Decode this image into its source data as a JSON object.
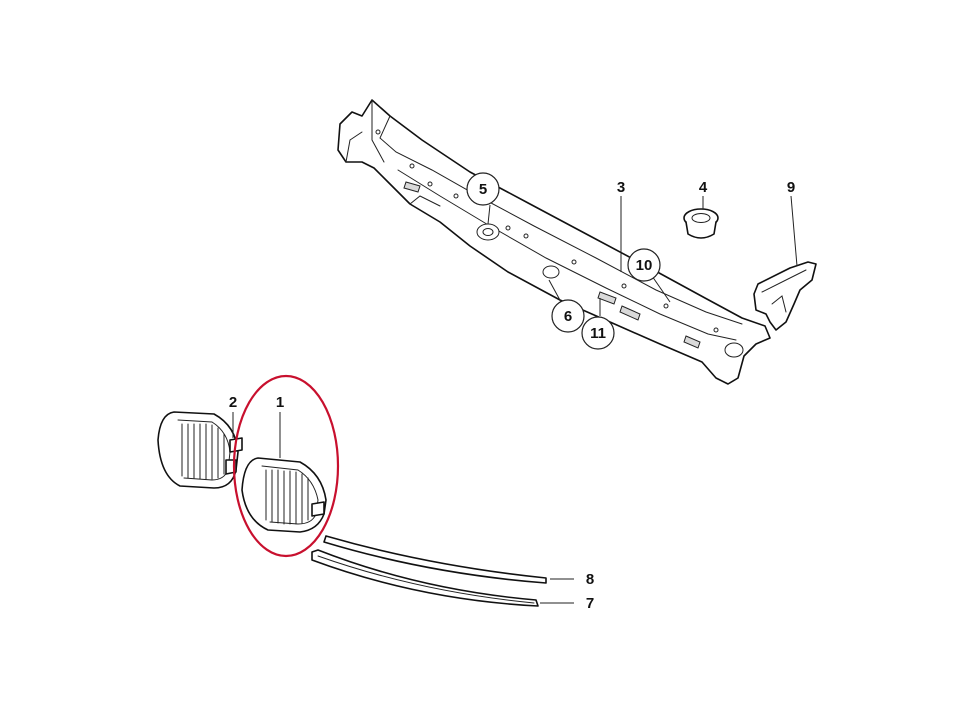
{
  "diagram": {
    "callouts": [
      {
        "id": "1",
        "label": "1",
        "circled": false
      },
      {
        "id": "2",
        "label": "2",
        "circled": false
      },
      {
        "id": "3",
        "label": "3",
        "circled": false
      },
      {
        "id": "4",
        "label": "4",
        "circled": false
      },
      {
        "id": "5",
        "label": "5",
        "circled": true
      },
      {
        "id": "6",
        "label": "6",
        "circled": true
      },
      {
        "id": "7",
        "label": "7",
        "circled": false
      },
      {
        "id": "8",
        "label": "8",
        "circled": false
      },
      {
        "id": "9",
        "label": "9",
        "circled": false
      },
      {
        "id": "10",
        "label": "10",
        "circled": true
      },
      {
        "id": "11",
        "label": "11",
        "circled": true
      }
    ],
    "highlighted_part": "1",
    "highlight_color": "#c8102e",
    "line_color": "#111111"
  }
}
